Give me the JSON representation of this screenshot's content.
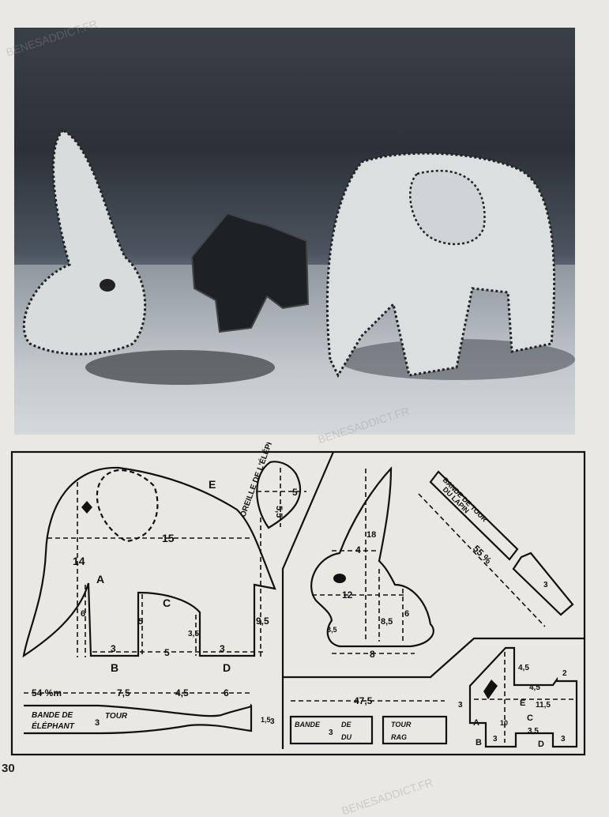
{
  "page_number": "30",
  "watermark": "BENESADDICT.FR",
  "elephant_pattern": {
    "label_e": "E",
    "label_a": "A",
    "label_b": "B",
    "label_c": "C",
    "label_d": "D",
    "dim_width": "15",
    "dim_height": "14",
    "dim_trunk": "6",
    "dim_rear": "9,5",
    "dim_b": "3",
    "dim_gap": "5",
    "dim_c_height": "5",
    "dim_c_right": "3,5",
    "dim_d": "3",
    "ear_title": "OREILLE DE L'ÉLÉPHANT",
    "ear_width": "5",
    "ear_height": "5,5"
  },
  "elephant_band": {
    "label_line1": "BANDE DE",
    "label_line2": "ÉLÉPHANT",
    "label_tour": "TOUR",
    "length": "54 %m",
    "seg1": "7,5",
    "seg2": "4,5",
    "seg3": "6",
    "height_left": "3",
    "height_mid": "1,5",
    "height_right": "3"
  },
  "rabbit_pattern": {
    "dim_ear_width": "4",
    "dim_height": "18",
    "dim_width": "12",
    "dim_body": "8,5",
    "dim_back": "6",
    "dim_front": "3,5",
    "dim_base": "8"
  },
  "rabbit_band": {
    "label_line1": "BANDE DE TOUR",
    "label_line2": "DU LAPIN",
    "length": "55 %",
    "height": "3"
  },
  "dog_band": {
    "length": "47,5",
    "word1": "BANDE",
    "word2": "DE",
    "word3": "DU",
    "word4": "TOUR",
    "word5": "RAG",
    "height": "3"
  },
  "dog_pattern": {
    "label_a": "A",
    "label_b": "B",
    "label_c": "C",
    "label_d": "D",
    "label_e": "E",
    "dim_ear": "4,5",
    "dim_top": "2",
    "dim_neck": "4,5",
    "dim_width": "11,5",
    "dim_left": "3",
    "dim_height": "10",
    "dim_b": "3",
    "dim_c": "3,5",
    "dim_d": "3"
  }
}
